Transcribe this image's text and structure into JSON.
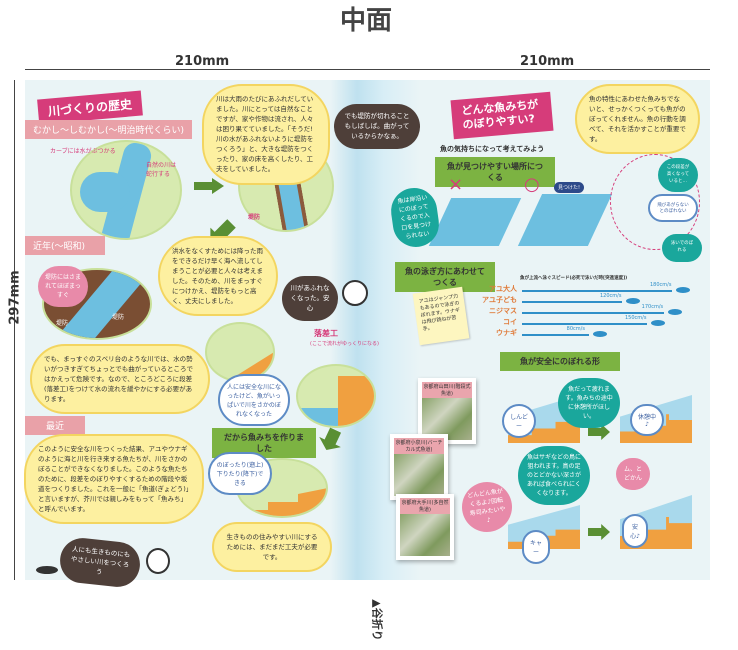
{
  "header": {
    "title": "中面",
    "left_width": "210mm",
    "right_width": "210mm",
    "height": "297mm",
    "fold_label": "▲谷折り"
  },
  "left": {
    "heading": "川づくりの歴史",
    "era1": "むかし〜しむかし(〜明治時代くらい)",
    "bubble1": "川は大雨のたびにあふれだしていました。川にとっては自然なことですが、家や作物は流され、人々は困り果てていました。「そうだ!川の水があふれないように堤防をつくろう」と、大きな堤防をつくったり、家の床を高くしたり、工夫をしていました。",
    "dark1": "でも堤防が切れることもしばしば。曲がっているからかなぁ。",
    "curve_label": "カーブには水がぶつかる",
    "nature_label": "自然の川は蛇行する",
    "levee_label": "堤防",
    "era2": "近年(〜昭和)",
    "bubble2": "洪水をなくすためには降った雨をできるだけ早く海へ流してしまうことが必要と人々は考えました。そのため、川をまっすぐにつけかえ、堤防をもっと高く、丈夫にしました。",
    "pink1": "堤防にはさまれてほぼまっすぐ",
    "levee_left": "堤防",
    "levee_right": "堤防",
    "dark2": "川があふれなくなった。安心",
    "bubble3": "でも、まっすぐのスベリ台のような川では、水の勢いがつきすぎてちょっとでも曲がっているところではかえって危険です。なので、ところどころに段差(落差工)をつけて水の流れを緩やかにする必要があります。",
    "drop_label": "落差工",
    "drop_sub": "(ここで流れがゆっくりになる)",
    "blue1": "人には安全な川になったけど、魚がいっぱいで川をさかのぼれなくなった",
    "era3": "最近",
    "bubble4": "このように安全な川をつくった結果、アユやウナギのように海と川を行き来する魚たちが、川をさかのぼることができなくなりました。このような魚たちのために、段差をのぼりやすくするための階段や坂道をつくりました。これを一般に「魚道(ぎょどう)」と言いますが、芥川では親しみをもって「魚みち」と呼んでいます。",
    "green_head": "だから魚みちを作りました",
    "blue2": "のぼったり(遡上)下りたり(降下)できる",
    "bubble5": "生きものの住みやすい川にするためには、まだまだ工夫が必要です。",
    "dark3": "人にも生きものにもやさしい川をつくろう"
  },
  "right": {
    "heading": "どんな魚みちがのぼりやすい?",
    "bubble1": "魚の特性にあわせた魚みちでないと、せっかくつくっても魚がのぼってくれません。魚の行動を調べて、それを活かすことが重要です。",
    "subheading": "魚の気持ちになって考えてみよう",
    "sec1": "魚が見つけやすい場所につくる",
    "teal1": "魚は岸沿いにのぼってくるので入口を見つけられない",
    "x_mark": "×",
    "o_mark": "○",
    "step_note": "この段差が高くなっていると…",
    "cant_jump": "飛びあがらないとのぼれない",
    "can_swim": "泳いでのぼれる",
    "found": "見つけた!",
    "sec2": "魚の泳ぎ方にあわせてつくる",
    "memo": "アユはジャンプ力もあるので泳ぎのぼれます。ウナギは飛び跳ねが苦手。",
    "sec3": "魚が安全にのぼれる形",
    "teal2": "魚だって疲れます。魚みちの途中に休憩所がほしい。",
    "tired": "しんどー",
    "resting": "休憩中♪",
    "teal3": "魚はサギなどの鳥に狙われます。鳥の足のとどかない深さがあれば食べられにくくなります。",
    "pink1": "どんどん魚がくるよ♪回転寿司みたいや♪",
    "scream": "キャー",
    "heron": "ム、とどかん",
    "safe": "安心♪",
    "photos": [
      {
        "caption": "京都府山田川(階段式魚道)"
      },
      {
        "caption": "京都府小泉川(バーチカル式魚道)"
      },
      {
        "caption": "京都府大手川(多自然魚道)"
      }
    ]
  },
  "chart_data": {
    "type": "bar",
    "title": "魚が上流へ泳ぐスピード(必死で泳いだ時[突進速度])",
    "categories": [
      "アユ大人",
      "アユ子ども",
      "ニジマス",
      "コイ",
      "ウナギ"
    ],
    "values": [
      180,
      120,
      170,
      150,
      80
    ],
    "labels": [
      "180cm/s",
      "120cm/s",
      "170cm/s",
      "150cm/s",
      "80cm/s"
    ],
    "unit": "cm/s",
    "orientation": "horizontal",
    "xlim": [
      0,
      180
    ]
  },
  "colors": {
    "pink": "#d63c7a",
    "green": "#7cb342",
    "blue": "#2f8fc8",
    "orange": "#f0a040"
  }
}
